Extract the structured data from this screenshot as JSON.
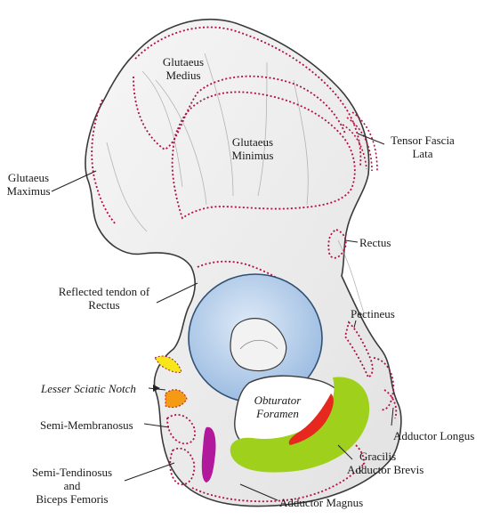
{
  "labels": {
    "glutaeus_medius": [
      "Glutaeus",
      "Medius"
    ],
    "glutaeus_minimus": [
      "Glutaeus",
      "Minimus"
    ],
    "tensor_fascia_lata": [
      "Tensor Fascia",
      "Lata"
    ],
    "glutaeus_maximus": [
      "Glutaeus",
      "Maximus"
    ],
    "rectus": "Rectus",
    "reflected_tendon": [
      "Reflected tendon of",
      "Rectus"
    ],
    "pectineus": "Pectineus",
    "lesser_sciatic_notch": "Lesser Sciatic Notch",
    "obturator_foramen": [
      "Obturator",
      "Foramen"
    ],
    "semi_membranosus": "Semi-Membranosus",
    "adductor_longus": "Adductor Longus",
    "gracilis": "Gracilis",
    "adductor_brevis": "Adductor Brevis",
    "semi_tendinosus": [
      "Semi-Tendinosus",
      "and",
      "Biceps Femoris"
    ],
    "adductor_magnus": "Adductor Magnus"
  },
  "colors": {
    "bone_fill": "#efefef",
    "bone_outline": "#3a3a3a",
    "attachment_outline": "#b01040",
    "acetabulum": "#b8d2ee",
    "lesser_sciatic_notch_yellow": "#f7e619",
    "lesser_sciatic_notch_orange": "#f59a14",
    "adductor_magnus_green": "#9fd01c",
    "gracilis_red": "#e6281e",
    "semi_tendinosus_magenta": "#b2189c"
  }
}
